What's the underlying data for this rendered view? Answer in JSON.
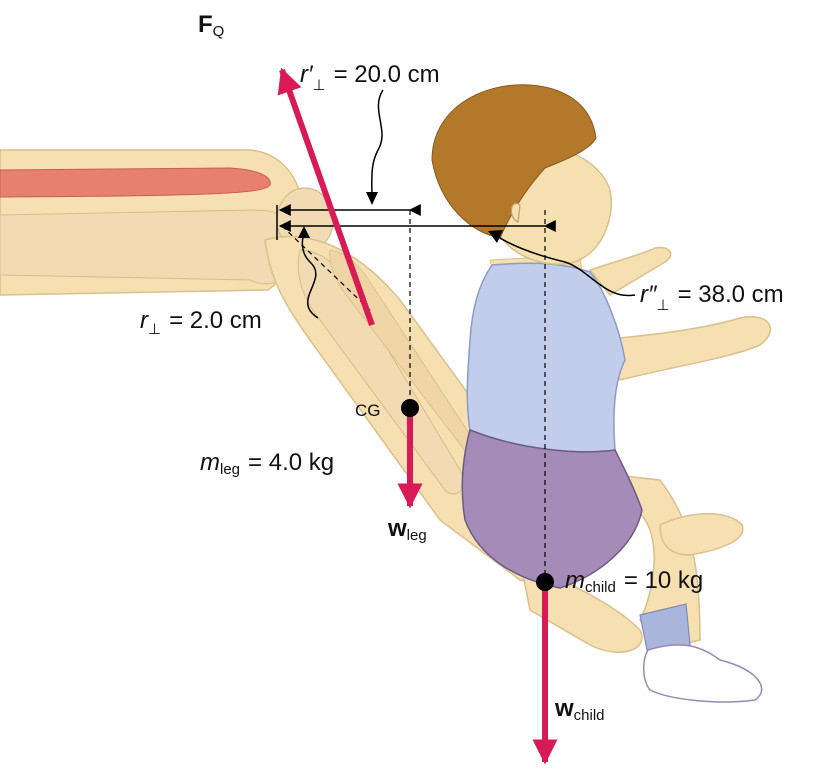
{
  "labels": {
    "force": {
      "symbol": "F",
      "subscript": "Q"
    },
    "r_prime": {
      "symbol": "r′",
      "subscript": "⊥",
      "value": "= 20.0  cm"
    },
    "r_double_prime": {
      "symbol": "r″",
      "subscript": "⊥",
      "value": "= 38.0  cm"
    },
    "r": {
      "symbol": "r",
      "subscript": "⊥",
      "value": "= 2.0  cm"
    },
    "cg": "CG",
    "m_leg": {
      "symbol": "m",
      "subscript": "leg",
      "value": "= 4.0  kg"
    },
    "w_leg": {
      "symbol": "w",
      "subscript": "leg"
    },
    "m_child": {
      "symbol": "m",
      "subscript": "child",
      "value": "= 10  kg"
    },
    "w_child": {
      "symbol": "w",
      "subscript": "child"
    }
  },
  "colors": {
    "arrow": "#d81b56",
    "skin": "#f6dfb0",
    "bone": "#f2dbb3",
    "muscle": "#e88070",
    "hair": "#b3782a",
    "shirt": "#c2cdec",
    "pants": "#a58bb7",
    "sock": "#aab5dc",
    "shoe": "#ffffff"
  }
}
